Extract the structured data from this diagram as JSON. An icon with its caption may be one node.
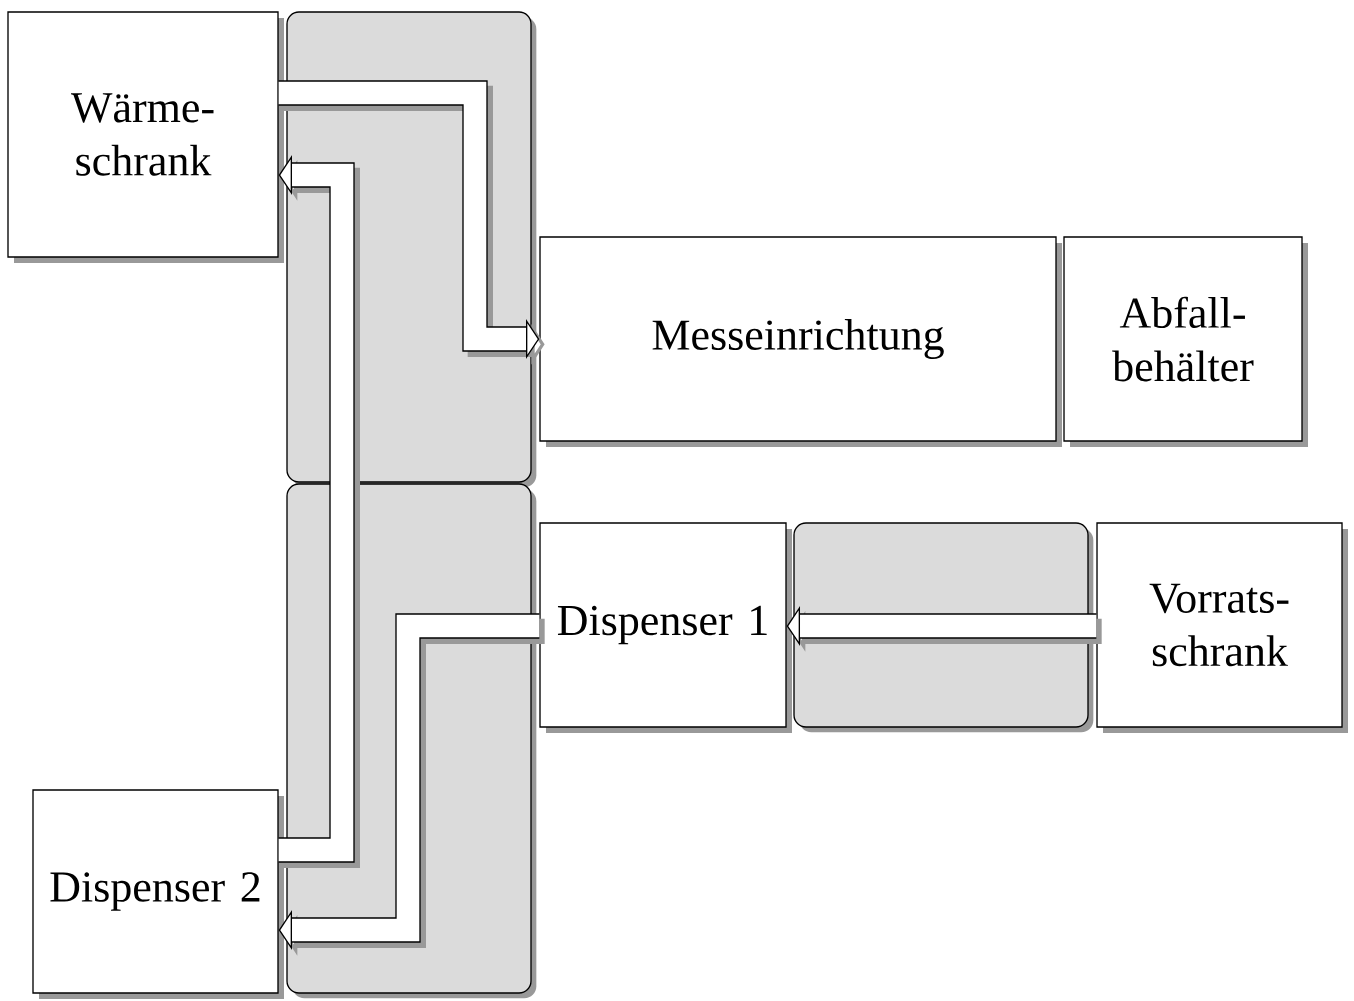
{
  "diagram": {
    "nodes": [
      {
        "text": [
          "Wärme- schrank"
        ]
      },
      {
        "text": [
          "Messeinrichtung"
        ]
      },
      {
        "text": [
          "Abfall- behälter"
        ]
      },
      {
        "text": [
          "Dispenser 1"
        ]
      },
      {
        "text": [
          "Vorrats- schrank"
        ]
      },
      {
        "text": [
          "Dispenser 2"
        ]
      }
    ],
    "edges": [
      {
        "from": 0,
        "to": 1,
        "arrow": "to"
      },
      {
        "from": 5,
        "to": 0,
        "arrow": "to"
      },
      {
        "from": 3,
        "to": 5,
        "arrow": "to"
      },
      {
        "from": 4,
        "to": 3,
        "arrow": "to"
      }
    ]
  }
}
